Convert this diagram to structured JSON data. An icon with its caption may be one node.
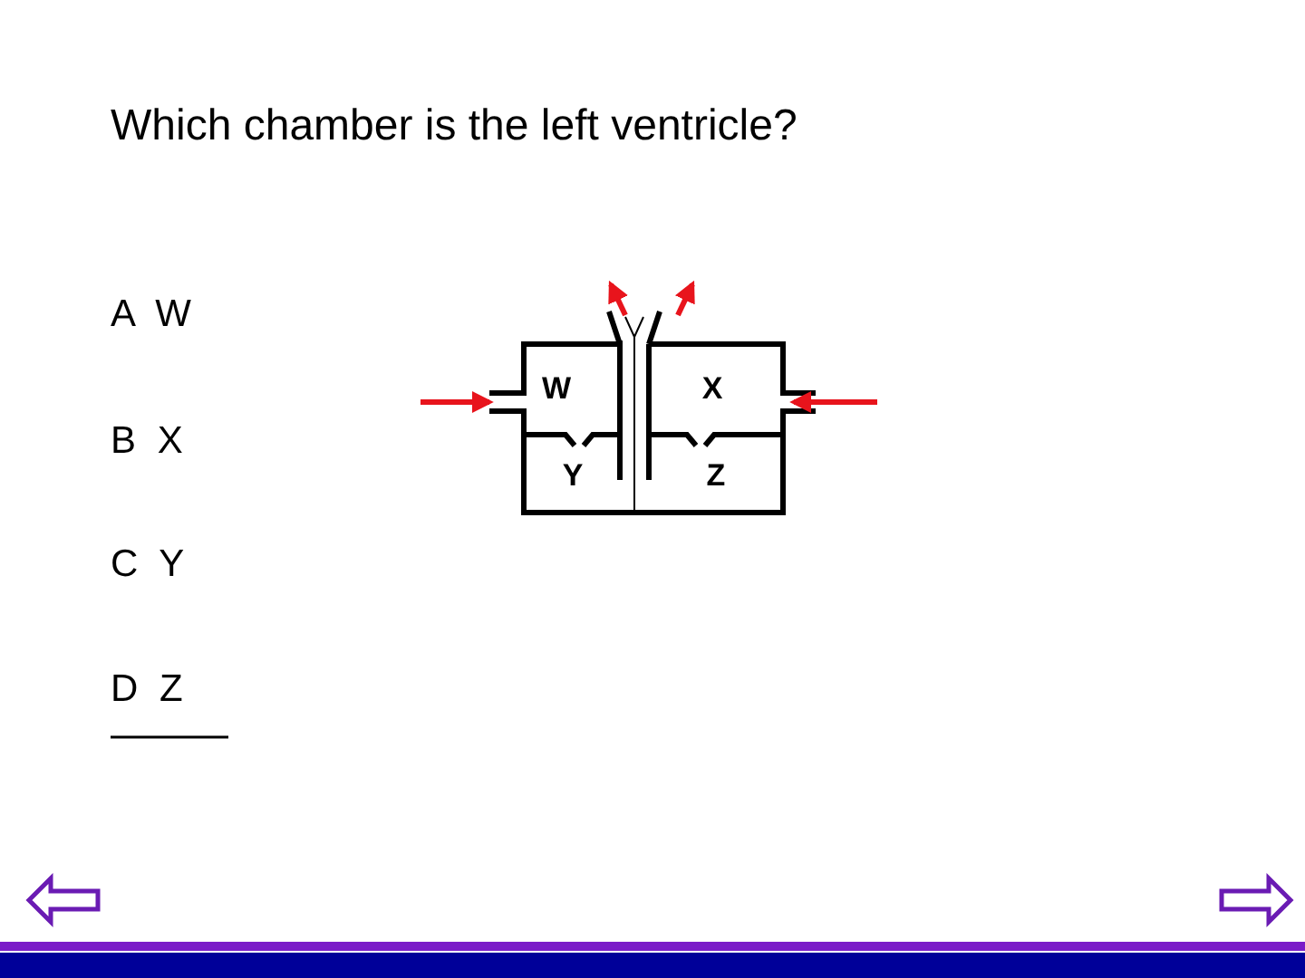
{
  "diagram": {
    "title": "Which chamber is the left ventricle?",
    "nodes": [
      {
        "text": [
          "W"
        ]
      },
      {
        "text": [
          "X"
        ]
      },
      {
        "text": [
          "Y"
        ]
      },
      {
        "text": [
          "Z"
        ]
      }
    ],
    "edges": [
      {
        "from": null,
        "to": 0,
        "arrow": "to",
        "color": "#e8141c"
      },
      {
        "from": null,
        "to": 1,
        "arrow": "to",
        "color": "#e8141c"
      }
    ],
    "labels": [
      "A W",
      "B X",
      "C Y",
      "D Z"
    ]
  }
}
